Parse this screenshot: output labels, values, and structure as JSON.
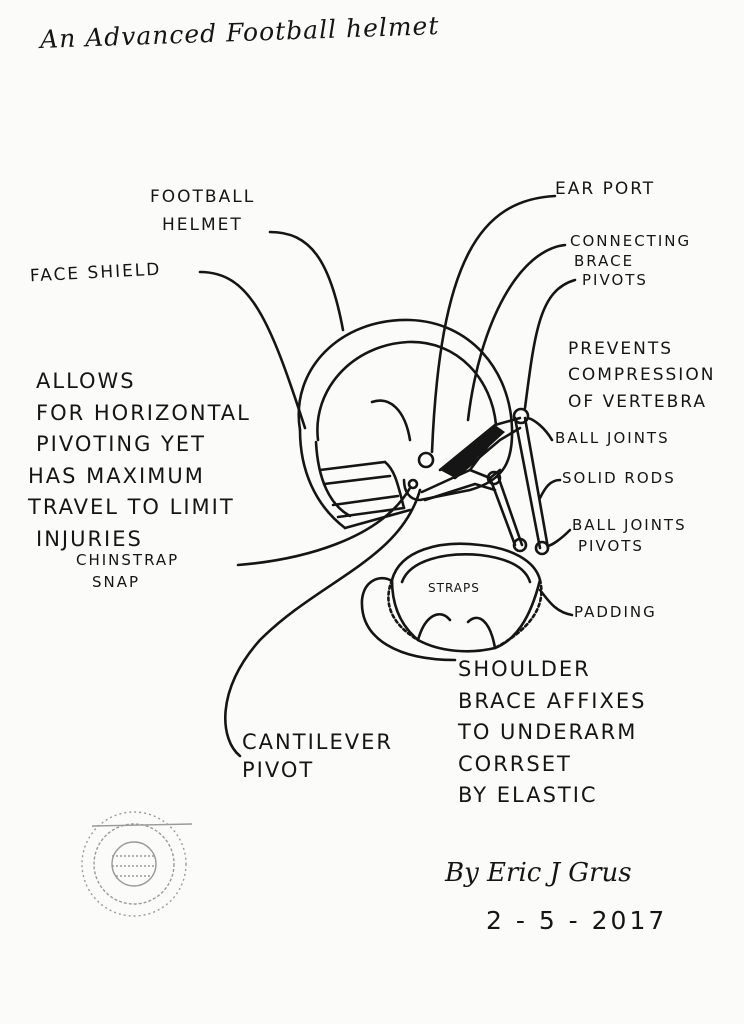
{
  "title": "An Advanced Football helmet",
  "labels": {
    "football_helmet": [
      "FOOTBALL",
      "HELMET"
    ],
    "ear_port": "EAR PORT",
    "connecting_brace_pivots": [
      "CONNECTING",
      "BRACE",
      "PIVOTS"
    ],
    "face_shield": "FACE SHIELD",
    "prevents_compression": [
      "PREVENTS",
      "COMPRESSION",
      "OF VERTEBRA"
    ],
    "allows_horizontal": [
      "ALLOWS",
      "FOR HORIZONTAL",
      "PIVOTING YET",
      "HAS MAXIMUM",
      "TRAVEL TO LIMIT",
      "INJURIES"
    ],
    "ball_joints": "BALL JOINTS",
    "solid_rods": "SOLID RODS",
    "chinstrap_snap": [
      "CHINSTRAP",
      "SNAP"
    ],
    "ball_joints_pivots": [
      "BALL JOINTS",
      "PIVOTS"
    ],
    "straps": "STRAPS",
    "padding": "PADDING",
    "shoulder_brace": [
      "SHOULDER",
      "BRACE AFFIXES",
      "TO UNDERARM",
      "CORRSET",
      "BY ELASTIC"
    ],
    "cantilever_pivot": [
      "CANTILEVER",
      "PIVOT"
    ]
  },
  "signature": "By Eric J Grus",
  "date": "2 - 5 - 2017"
}
